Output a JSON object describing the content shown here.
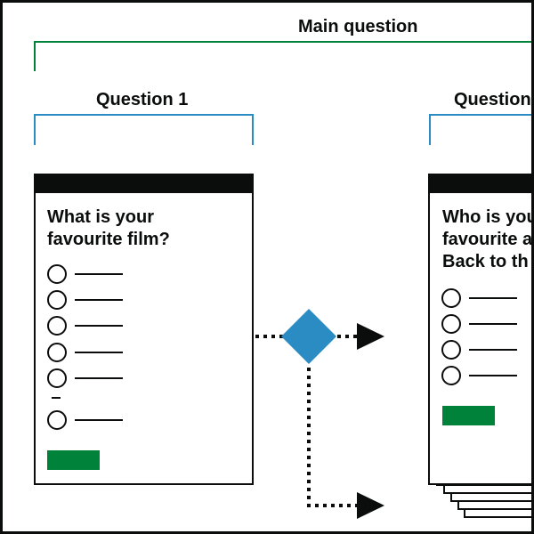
{
  "labels": {
    "main_question": "Main question",
    "question_1": "Question 1",
    "question_2": "Question"
  },
  "card_left": {
    "question": "What is your\nfavourite film?",
    "option_count": 6,
    "has_ellipsis_marker": true
  },
  "card_right": {
    "question": "Who is you\nfavourite a\nBack to th",
    "option_count": 4
  },
  "colors": {
    "main_bracket": "#00823b",
    "question_bracket": "#2b8cc4",
    "decision_diamond": "#2b8cc4",
    "continue_button": "#00823b",
    "ink": "#0b0c0c"
  }
}
